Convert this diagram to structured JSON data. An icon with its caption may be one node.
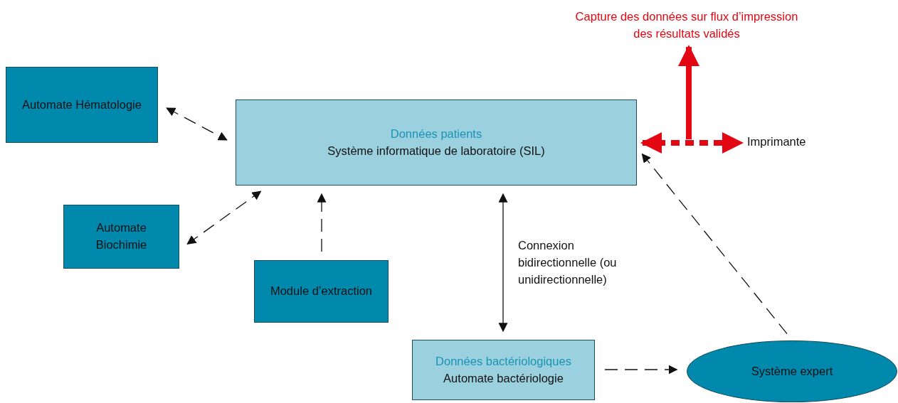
{
  "diagram": {
    "nodes": [
      {
        "text": [
          "Automate Hématologie"
        ]
      },
      {
        "text": [
          "Données patients",
          "Système informatique de laboratoire (SIL)"
        ]
      },
      {
        "text": [
          "Automate Biochimie"
        ]
      },
      {
        "text": [
          "Module d’extraction"
        ]
      },
      {
        "text": [
          "Données bactériologiques",
          "Automate bactériologie"
        ]
      },
      {
        "text": [
          "Système expert"
        ]
      },
      {
        "text": [
          "Imprimante"
        ]
      },
      {
        "text": [
          "Capture des données sur flux d’impression des résultats validés"
        ]
      }
    ],
    "edges": [
      {
        "from": 0,
        "to": 1,
        "arrow": "both",
        "style": "dashed"
      },
      {
        "from": 2,
        "to": 1,
        "arrow": "both",
        "style": "dashed"
      },
      {
        "from": 3,
        "to": 1,
        "arrow": "to",
        "style": "dashed"
      },
      {
        "from": 4,
        "to": 1,
        "arrow": "both",
        "label": "Connexion bidirectionnelle (ou unidirectionnelle)"
      },
      {
        "from": 4,
        "to": 5,
        "arrow": "to",
        "style": "dashed"
      },
      {
        "from": 5,
        "to": 1,
        "arrow": "to",
        "style": "dashed"
      },
      {
        "from": 1,
        "to": 6,
        "arrow": "both",
        "style": "dashed",
        "color": "#e30613"
      },
      {
        "from": null,
        "to": 7,
        "arrow": "to",
        "style": "thick",
        "color": "#e30613"
      }
    ]
  }
}
